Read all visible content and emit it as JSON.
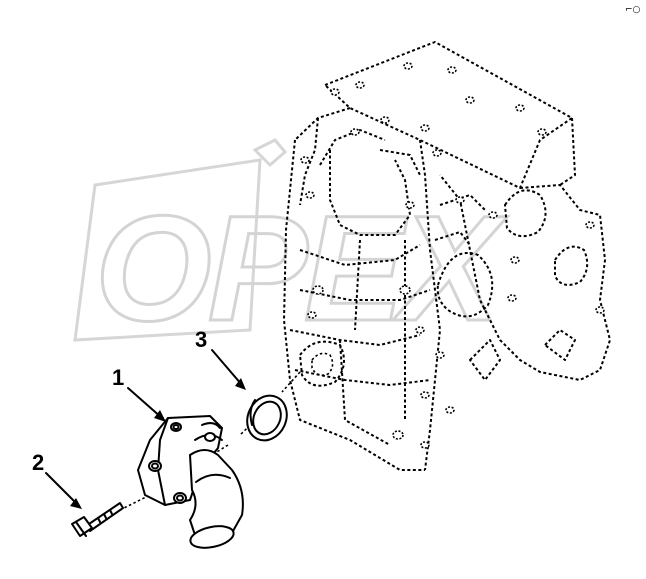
{
  "callouts": [
    {
      "id": "1",
      "label": "1"
    },
    {
      "id": "2",
      "label": "2"
    },
    {
      "id": "3",
      "label": "3"
    }
  ],
  "watermark": {
    "text": "OPEX"
  },
  "corner_mark": {
    "text": "⌐○"
  }
}
